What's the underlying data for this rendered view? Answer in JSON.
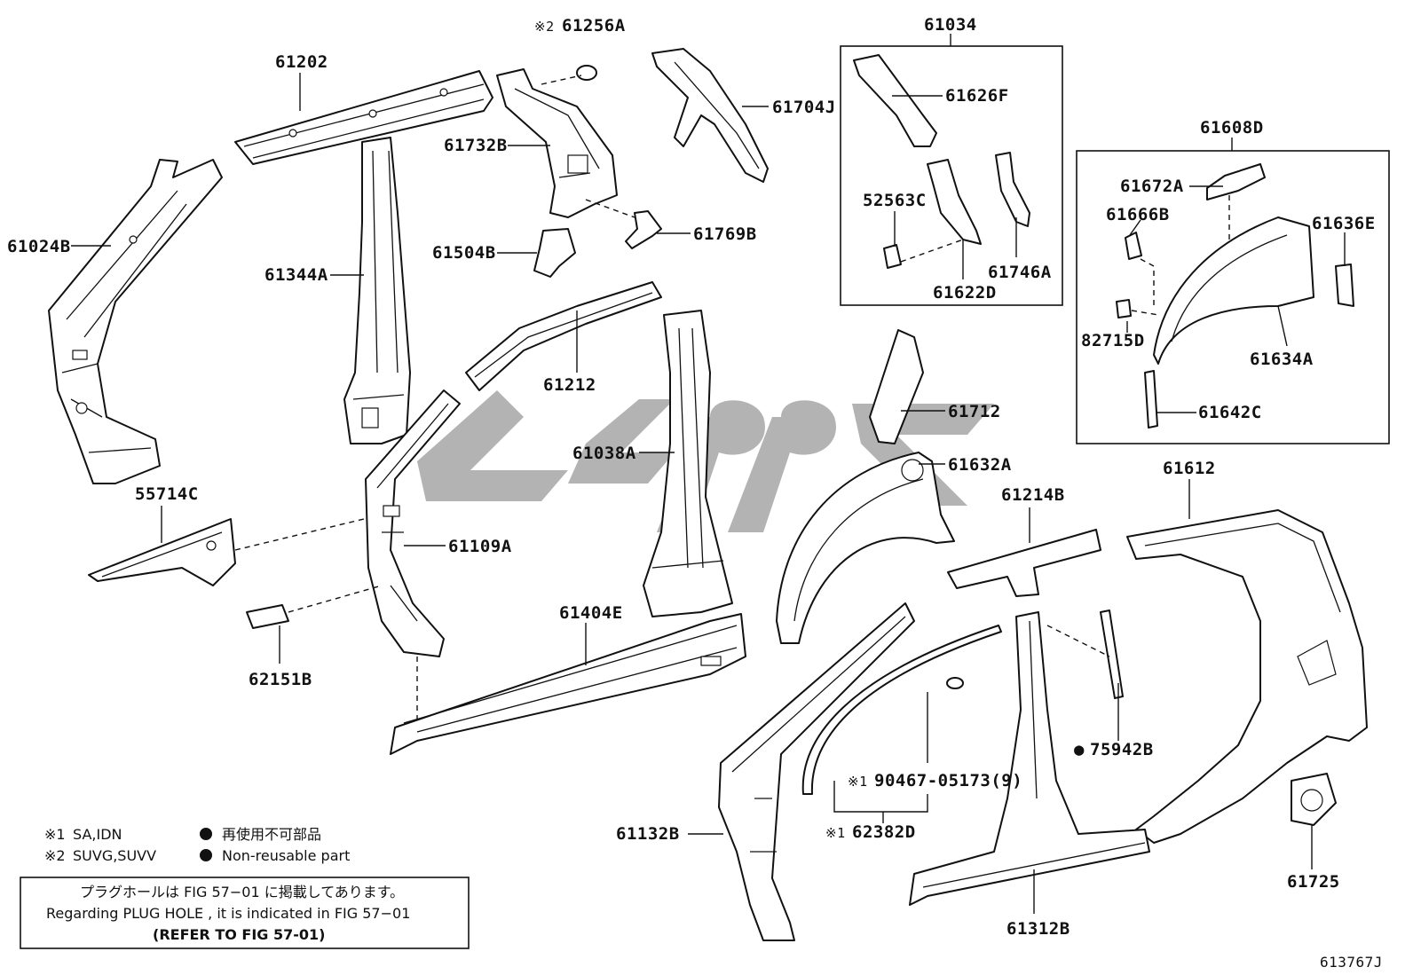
{
  "diagram": {
    "part_labels": {
      "p61024B": "61024B",
      "p61202": "61202",
      "p61256A": "61256A",
      "p61732B": "61732B",
      "p61704J": "61704J",
      "p61504B": "61504B",
      "p61769B": "61769B",
      "p61344A": "61344A",
      "p61212": "61212",
      "p61038A": "61038A",
      "p55714C": "55714C",
      "p61109A": "61109A",
      "p62151B": "62151B",
      "p61404E": "61404E",
      "p61034": "61034",
      "p61626F": "61626F",
      "p52563C": "52563C",
      "p61746A": "61746A",
      "p61622D": "61622D",
      "p61608D": "61608D",
      "p61672A": "61672A",
      "p61666B": "61666B",
      "p61636E": "61636E",
      "p82715D": "82715D",
      "p61634A": "61634A",
      "p61642C": "61642C",
      "p61712": "61712",
      "p61632A": "61632A",
      "p61214B": "61214B",
      "p61612": "61612",
      "p75942B": "75942B",
      "p90467": "90467-05173(9)",
      "p62382D": "62382D",
      "p61132B": "61132B",
      "p61312B": "61312B",
      "p61725": "61725",
      "fig_id": "613767J"
    },
    "markers": {
      "note1": "※1",
      "note2": "※2",
      "nonreusable": "●"
    },
    "legend": {
      "line1_mark": "※1",
      "line1_text": "SA,IDN",
      "line2_mark": "※2",
      "line2_text": "SUVG,SUVV",
      "jp_nonreusable": "再使用不可部品",
      "en_nonreusable": "Non-reusable part"
    },
    "info_box": {
      "line_jp": "プラグホールは FIG 57−01 に掲載してあります。",
      "line_en": "Regarding  PLUG  HOLE , it is indicated in FIG  57−01",
      "line_ref": "(REFER TO FIG 57-01)"
    },
    "colors": {
      "ink": "#111111",
      "watermark": "#9a9a9a"
    }
  }
}
